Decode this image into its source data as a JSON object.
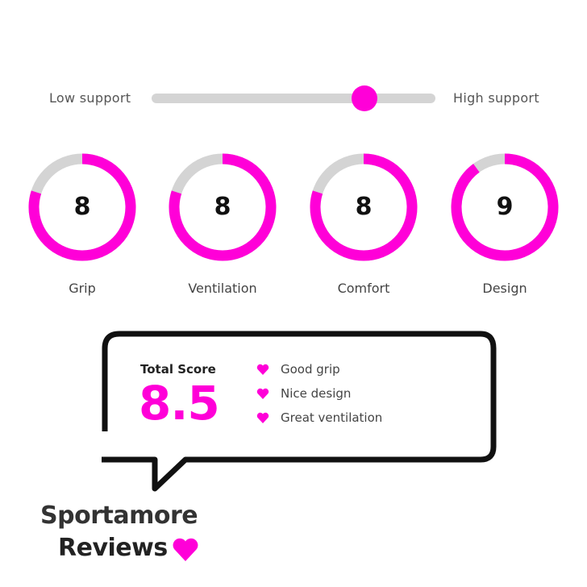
{
  "slider": {
    "low_label": "Low support",
    "high_label": "High support",
    "value": 0.75
  },
  "accent": "#ff00d8",
  "track_color": "#d4d4d4",
  "scores": [
    {
      "label": "Grip",
      "value": 8,
      "max": 10
    },
    {
      "label": "Ventilation",
      "value": 8,
      "max": 10
    },
    {
      "label": "Comfort",
      "value": 8,
      "max": 10
    },
    {
      "label": "Design",
      "value": 9,
      "max": 10
    }
  ],
  "total": {
    "label": "Total Score",
    "value": "8.5"
  },
  "pros": [
    "Good grip",
    "Nice design",
    "Great ventilation"
  ],
  "brand": {
    "line1": "Sportamore",
    "line2": "Reviews"
  }
}
